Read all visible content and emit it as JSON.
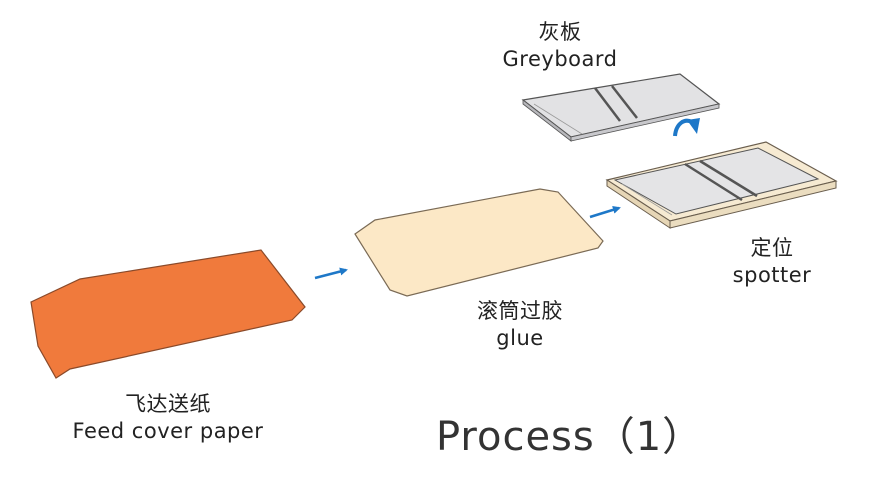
{
  "steps": [
    {
      "zh": "飞达送纸",
      "en": "Feed cover paper"
    },
    {
      "zh": "滚筒过胶",
      "en": "glue"
    },
    {
      "zh": "定位",
      "en": "spotter"
    },
    {
      "zh": "灰板",
      "en": "Greyboard"
    }
  ],
  "title": "Process（1）",
  "colors": {
    "cover_paper": "#F07A3C",
    "glued_paper": "#FCE8C6",
    "greyboard": "#E2E2E4",
    "arrow": "#1E78C8"
  }
}
